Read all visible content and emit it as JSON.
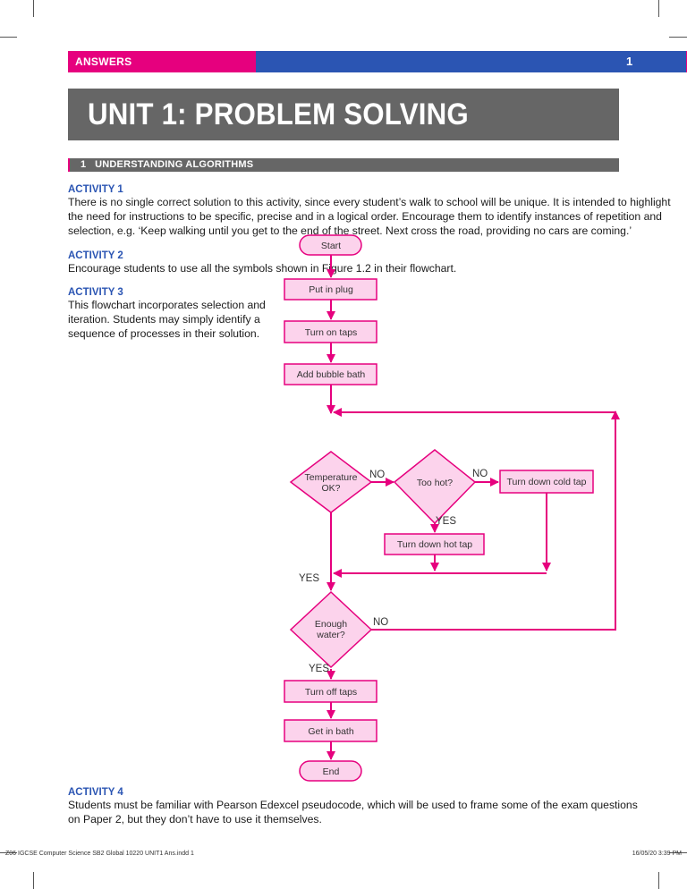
{
  "header": {
    "section_label": "ANSWERS",
    "page_number": "1"
  },
  "unit_title": "UNIT 1: PROBLEM SOLVING",
  "section": {
    "number": "1",
    "title": "UNDERSTANDING ALGORITHMS"
  },
  "activities": [
    {
      "heading": "ACTIVITY 1",
      "lines": [
        "There is no single correct solution to this activity, since every student’s walk to school will be unique. It is intended to highlight",
        "the need for instructions to be specific, precise and in a logical order. Encourage them to identify instances of repetition and",
        "selection, e.g. ‘Keep walking until you get to the end of the street. Next cross the road, providing no cars are coming.’"
      ]
    },
    {
      "heading": "ACTIVITY 2",
      "lines": [
        "Encourage students to use all the symbols shown in Figure 1.2 in their flowchart."
      ]
    },
    {
      "heading": "ACTIVITY 3",
      "lines": [
        "This flowchart incorporates selection and",
        "iteration. Students may simply identify a",
        "sequence of processes in their solution."
      ]
    },
    {
      "heading": "ACTIVITY 4",
      "lines": [
        "Students must be familiar with Pearson Edexcel pseudocode, which will be used to frame some of the exam questions",
        "on Paper 2, but they don’t have to use it themselves."
      ]
    }
  ],
  "flowchart": {
    "start": "Start",
    "put_in_plug": "Put in plug",
    "turn_on_taps": "Turn on taps",
    "add_bubble_bath": "Add bubble bath",
    "temperature_ok": [
      "Temperature",
      "OK?"
    ],
    "too_hot": "Too hot?",
    "turn_down_cold_tap": "Turn down cold tap",
    "turn_down_hot_tap": "Turn down hot tap",
    "enough_water": [
      "Enough",
      "water?"
    ],
    "turn_off_taps": "Turn off taps",
    "get_in_bath": "Get in bath",
    "end": "End",
    "labels": {
      "no": "NO",
      "yes": "YES"
    }
  },
  "footer": {
    "left": "Z06 IGCSE Computer Science SB2 Global 10220 UNIT1 Ans.indd   1",
    "right": "16/05/20   3:39 PM"
  },
  "colors": {
    "magenta": "#e6007e",
    "blue": "#2b55b3",
    "grey": "#666666",
    "box_fill": "#fcd3ec"
  }
}
